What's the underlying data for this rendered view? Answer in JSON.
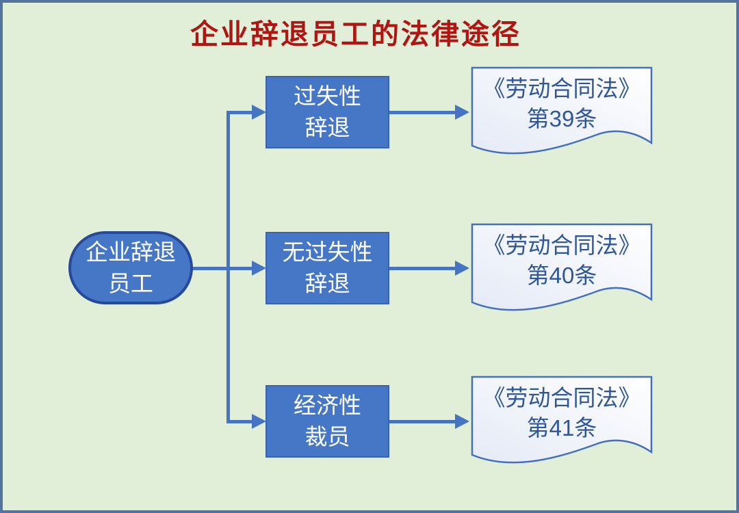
{
  "title": "企业辞退员工的法律途径",
  "source": {
    "lines": [
      "企业辞退",
      "员工"
    ]
  },
  "branches": [
    {
      "box": {
        "lines": [
          "过失性",
          "辞退"
        ]
      },
      "doc": {
        "lines": [
          "《劳动合同法》",
          "第39条"
        ]
      }
    },
    {
      "box": {
        "lines": [
          "无过失性",
          "辞退"
        ]
      },
      "doc": {
        "lines": [
          "《劳动合同法》",
          "第40条"
        ]
      }
    },
    {
      "box": {
        "lines": [
          "经济性",
          "裁员"
        ]
      },
      "doc": {
        "lines": [
          "《劳动合同法》",
          "第41条"
        ]
      }
    }
  ],
  "colors": {
    "bg": "#e1eed8",
    "frame": "#54749c",
    "title": "#b11512",
    "node-fill": "#4677c6",
    "node-border": "#3a63ac",
    "source-border": "#27499a",
    "doc-border": "#4470ba",
    "doc-text": "#2f5697",
    "arrow": "#4474c2",
    "node-text": "#ffffff"
  }
}
